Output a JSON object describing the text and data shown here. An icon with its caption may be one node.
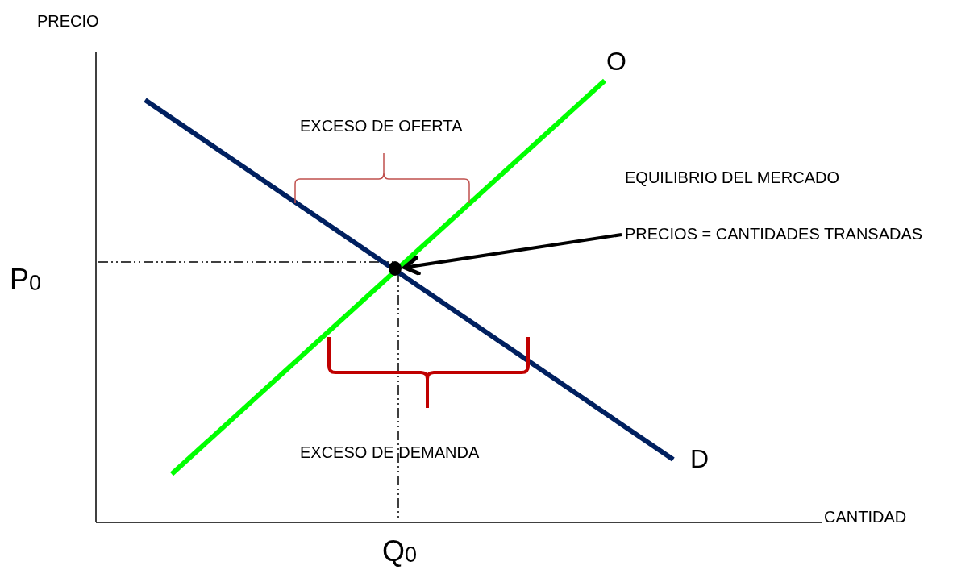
{
  "diagram": {
    "nodes": [
      {
        "text": [
          "PRECIOS = CANTIDADES TRANSADAS"
        ]
      },
      {
        "text": [],
        "shape": "circle"
      }
    ],
    "edges": [
      {
        "from": 0,
        "to": 1,
        "arrow": "to"
      }
    ],
    "labels": [
      "PRECIO",
      "O",
      "EXCESO DE OFERTA",
      "EQUILIBRIO DEL MERCADO",
      "P$_{0}$",
      "D",
      "EXCESO DE DEMANDA",
      "CANTIDAD",
      "Q$_{0}$"
    ]
  }
}
